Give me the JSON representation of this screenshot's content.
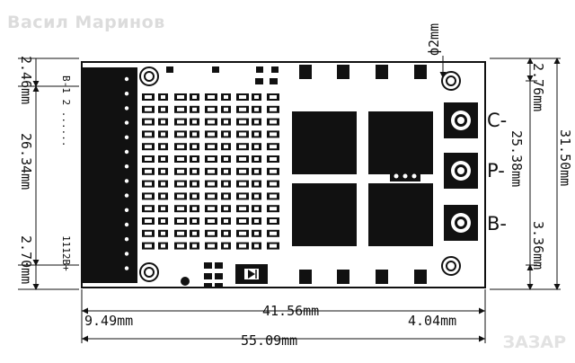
{
  "watermark": "Васил Маринов",
  "logo_text": "ЗАЗАР",
  "hole_label": "ф2mm",
  "board_labels": {
    "connector_top": "B-1 2 ......",
    "connector_bottom": "1112B+"
  },
  "pins": [
    "C-",
    "P-",
    "B-"
  ],
  "dimensions": {
    "left_top": "2.46mm",
    "left_mid": "26.34mm",
    "left_bottom": "2.70mm",
    "right_top": "2.76mm",
    "right_mid": "25.38mm",
    "right_bottom": "3.36mm",
    "right_total": "31.50mm",
    "bottom_left": "9.49mm",
    "bottom_mid": "41.56mm",
    "bottom_right": "4.04mm",
    "bottom_total": "55.09mm"
  },
  "colors": {
    "ink": "#111111",
    "board": "#ffffff",
    "watermark": "#dcdcdc"
  }
}
